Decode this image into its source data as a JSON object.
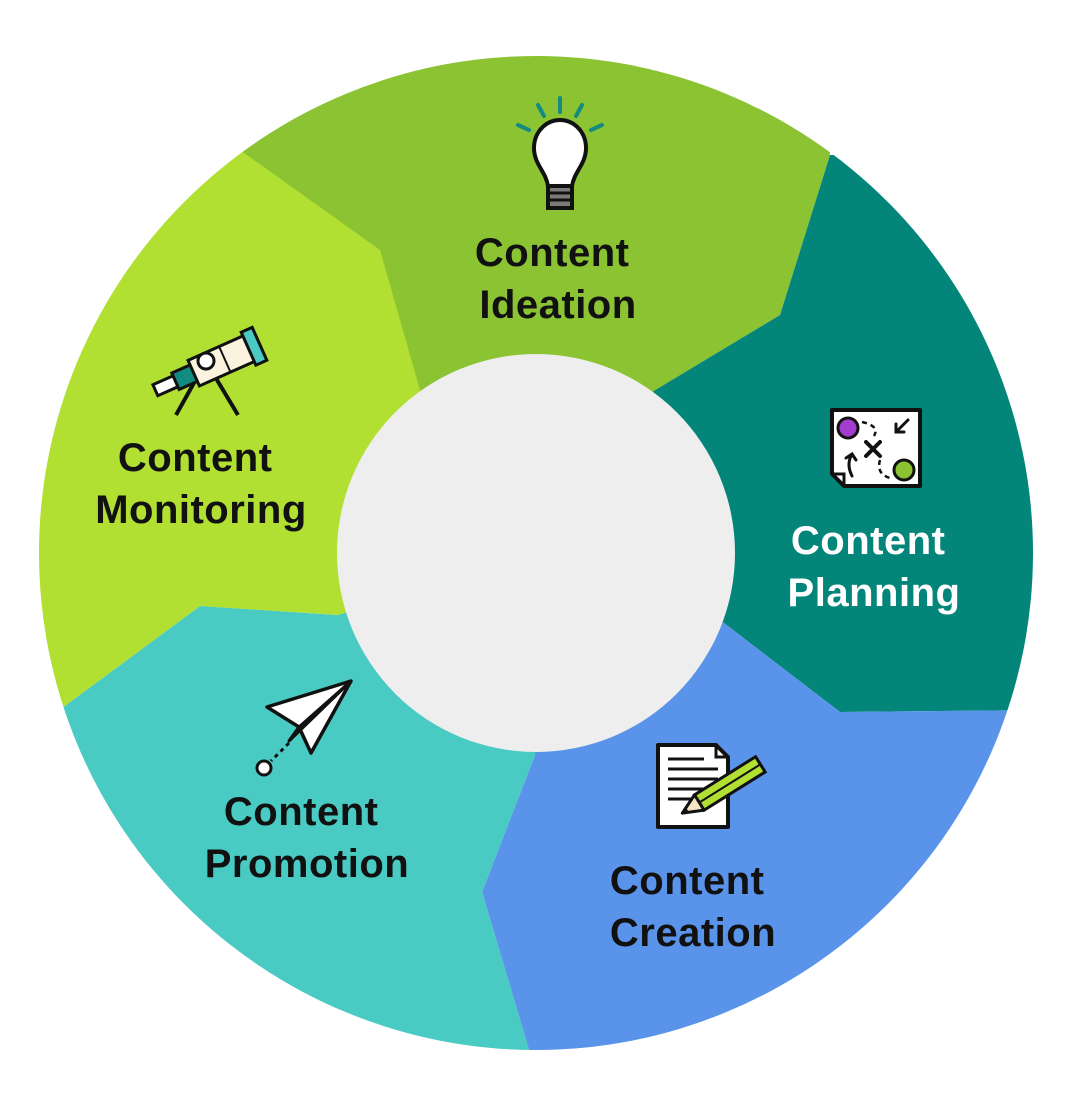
{
  "diagram": {
    "type": "cycle",
    "hub_color": "#eeeeee",
    "stages": [
      {
        "id": "ideation",
        "line1": "Content",
        "line2": "Ideation",
        "color": "#8bc333",
        "text_color": "#111111",
        "icon": "lightbulb-icon"
      },
      {
        "id": "planning",
        "line1": "Content",
        "line2": "Planning",
        "color": "#03857a",
        "text_color": "#ffffff",
        "icon": "treasure-map-icon"
      },
      {
        "id": "creation",
        "line1": "Content",
        "line2": "Creation",
        "color": "#5a94ea",
        "text_color": "#111111",
        "icon": "document-pencil-icon"
      },
      {
        "id": "promotion",
        "line1": "Content",
        "line2": "Promotion",
        "color": "#49cbc4",
        "text_color": "#111111",
        "icon": "paper-plane-icon"
      },
      {
        "id": "monitoring",
        "line1": "Content",
        "line2": "Monitoring",
        "color": "#b1e032",
        "text_color": "#111111",
        "icon": "telescope-icon"
      }
    ]
  }
}
